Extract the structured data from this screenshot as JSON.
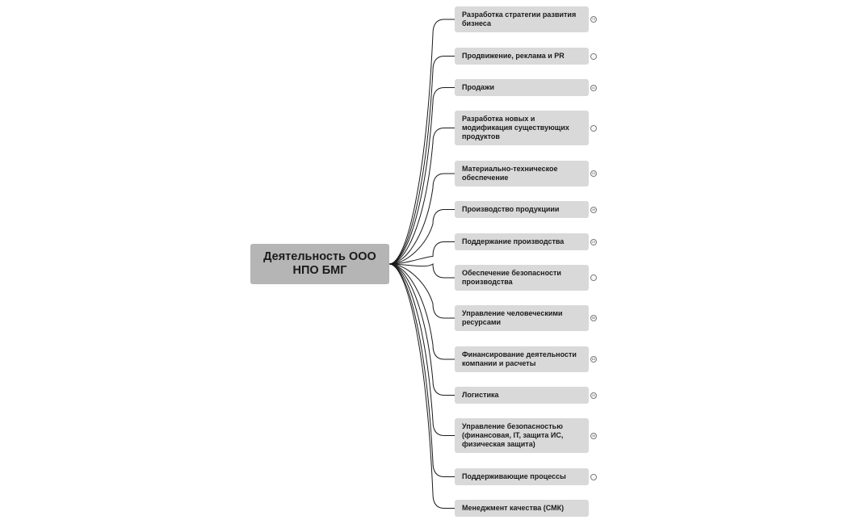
{
  "root": {
    "label": "Деятельность ООО НПО БМГ"
  },
  "branches": [
    {
      "label": "Разработка стратегии развития бизнеса",
      "badge": "73"
    },
    {
      "label": "Продвижение, реклама и PR",
      "badge": "..."
    },
    {
      "label": "Продажи",
      "badge": "41"
    },
    {
      "label": "Разработка новых и модификация существующих продуктов",
      "badge": "..."
    },
    {
      "label": "Материально-техническое обеспечение",
      "badge": "24"
    },
    {
      "label": "Производство продукциии",
      "badge": "49"
    },
    {
      "label": "Поддержание производства",
      "badge": "19"
    },
    {
      "label": "Обеспечение безопасности производства",
      "badge": "..."
    },
    {
      "label": "Управление человеческими ресурсами",
      "badge": "55"
    },
    {
      "label": "Финансирование деятельности компании и расчеты",
      "badge": "63"
    },
    {
      "label": "Логистика",
      "badge": "24"
    },
    {
      "label": "Управление безопасностью (финансовая, IT, защита ИС, физическая защита)",
      "badge": "35"
    },
    {
      "label": "Поддерживающие процессы",
      "badge": "..."
    },
    {
      "label": "Менеджмент качества (СМК)",
      "badge": ""
    }
  ],
  "colors": {
    "root_fill": "#b5b5b5",
    "node_fill": "#d9d9d9",
    "connector": "#1a1a1a"
  }
}
